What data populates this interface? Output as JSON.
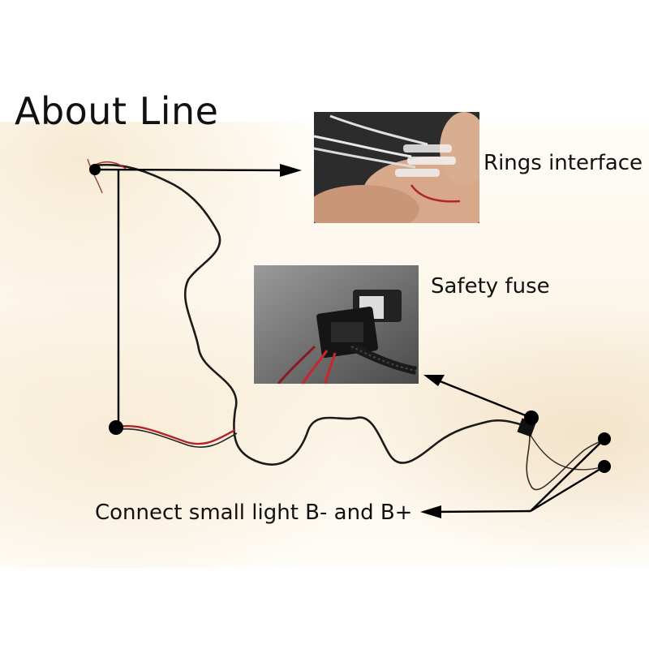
{
  "title": "About Line",
  "labels": {
    "rings_interface": "Rings interface",
    "safety_fuse": "Safety fuse",
    "connect_small_light": "Connect small light B- and B+"
  },
  "colors": {
    "line": "#000000",
    "wire_black": "#1a1a1a",
    "wire_red": "#c8262c",
    "background_glow": "#f6ead2"
  },
  "icons": [
    "arrow-right-icon",
    "arrow-left-icon",
    "node-dot-icon"
  ]
}
